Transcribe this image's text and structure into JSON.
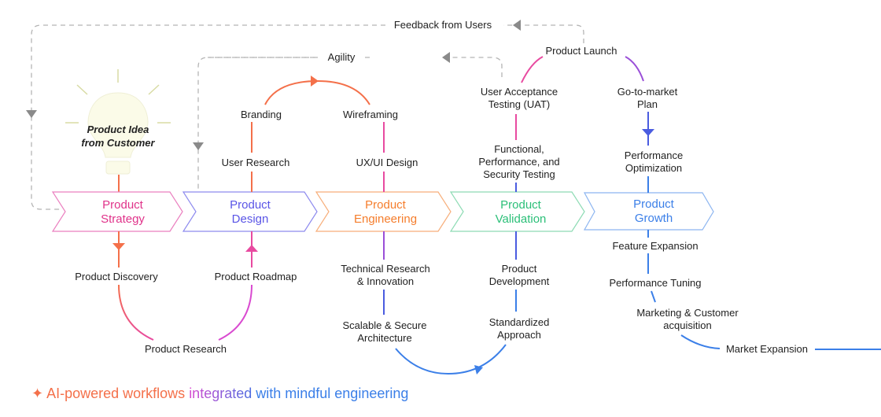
{
  "colors": {
    "strategy": "#e0338a",
    "design": "#5a55e6",
    "engineering": "#f57d2c",
    "validation": "#2bbf78",
    "growth": "#3b7fe8",
    "orange": "#f4704a",
    "pink": "#e84aa0",
    "purple": "#9a4fd8",
    "indigo": "#4a5ce0",
    "blue": "#3b7fe8",
    "dashed": "#b5b5b5",
    "arrow_gray": "#8a8a8a",
    "bulb_fill": "#fbfbe8",
    "bulb_ray": "#d8dba4"
  },
  "idea": {
    "line1": "Product Idea",
    "line2": "from Customer"
  },
  "feedback": {
    "outer_label": "Feedback from Users",
    "inner_label": "Agility"
  },
  "stages": [
    {
      "line1": "Product",
      "line2": "Strategy"
    },
    {
      "line1": "Product",
      "line2": "Design"
    },
    {
      "line1": "Product",
      "line2": "Engineering"
    },
    {
      "line1": "Product",
      "line2": "Validation"
    },
    {
      "line1": "Product",
      "line2": "Growth"
    }
  ],
  "labels": {
    "product_discovery": "Product Discovery",
    "product_research": "Product Research",
    "product_roadmap": "Product Roadmap",
    "user_research": "User Research",
    "branding": "Branding",
    "wireframing": "Wireframing",
    "ux_ui_design": "UX/UI Design",
    "tech_research_1": "Technical Research",
    "tech_research_2": "& Innovation",
    "scalable_1": "Scalable & Secure",
    "scalable_2": "Architecture",
    "standardized_1": "Standardized",
    "standardized_2": "Approach",
    "product_dev_1": "Product",
    "product_dev_2": "Development",
    "functional_1": "Functional,",
    "functional_2": "Performance, and",
    "functional_3": "Security Testing",
    "uat_1": "User Acceptance",
    "uat_2": "Testing (UAT)",
    "product_launch": "Product Launch",
    "gtm_1": "Go-to-market",
    "gtm_2": "Plan",
    "perf_opt_1": "Performance",
    "perf_opt_2": "Optimization",
    "feature_expansion": "Feature Expansion",
    "performance_tuning": "Performance Tuning",
    "marketing_1": "Marketing & Customer",
    "marketing_2": "acquisition",
    "market_expansion": "Market Expansion"
  },
  "tagline": {
    "star": "✦",
    "part1": "AI-powered workflows ",
    "part2": "integrated",
    "part3": " with mindful engineering"
  }
}
